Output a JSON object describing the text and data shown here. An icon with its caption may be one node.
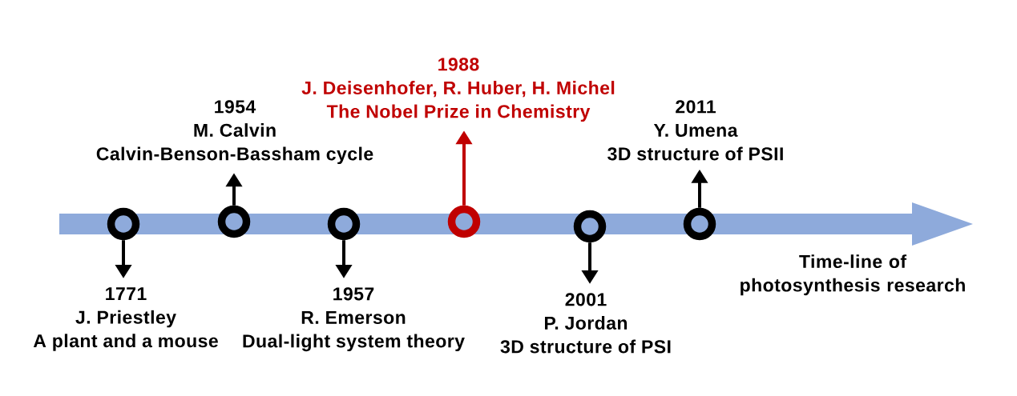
{
  "diagram": {
    "nodes": [
      {
        "text": [
          "1771",
          "J. Priestley",
          "A plant and a mouse"
        ]
      },
      {
        "text": [],
        "shape": "circle"
      },
      {
        "text": [
          "1954",
          "M. Calvin",
          "Calvin-Benson-Bassham cycle"
        ]
      },
      {
        "text": [],
        "shape": "circle"
      },
      {
        "text": [
          "1957",
          "R. Emerson",
          "Dual-light system theory"
        ]
      },
      {
        "text": [],
        "shape": "circle"
      },
      {
        "text": [
          "1988",
          "J. Deisenhofer, R. Huber, H. Michel",
          "The Nobel Prize in Chemistry"
        ]
      },
      {
        "text": [],
        "shape": "circle"
      },
      {
        "text": [
          "2001",
          "P. Jordan",
          "3D structure of PSI"
        ]
      },
      {
        "text": [],
        "shape": "circle"
      },
      {
        "text": [
          "2011",
          "Y. Umena",
          "3D structure of PSII"
        ]
      },
      {
        "text": [],
        "shape": "circle"
      }
    ],
    "edges": [
      {
        "from": 1,
        "to": 0,
        "arrow": "to"
      },
      {
        "from": 3,
        "to": 2,
        "arrow": "to"
      },
      {
        "from": 5,
        "to": 4,
        "arrow": "to"
      },
      {
        "from": 7,
        "to": 6,
        "arrow": "to",
        "color": "#c00000"
      },
      {
        "from": 9,
        "to": 8,
        "arrow": "to"
      },
      {
        "from": 11,
        "to": 10,
        "arrow": "to"
      }
    ],
    "labels": [
      "Time-line of photosynthesis research"
    ]
  }
}
